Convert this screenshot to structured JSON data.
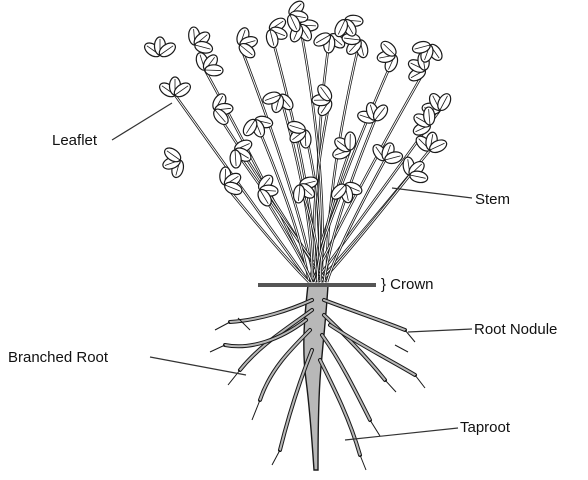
{
  "labels": {
    "leaflet": "Leaflet",
    "stem": "Stem",
    "crown": "} Crown",
    "root_nodule": "Root Nodule",
    "branched_root": "Branched Root",
    "taproot": "Taproot"
  },
  "colors": {
    "line": "#1a1a1a",
    "root_fill": "#b8b8b8",
    "leaf_fill": "#ffffff",
    "crown_bar": "#555555"
  }
}
